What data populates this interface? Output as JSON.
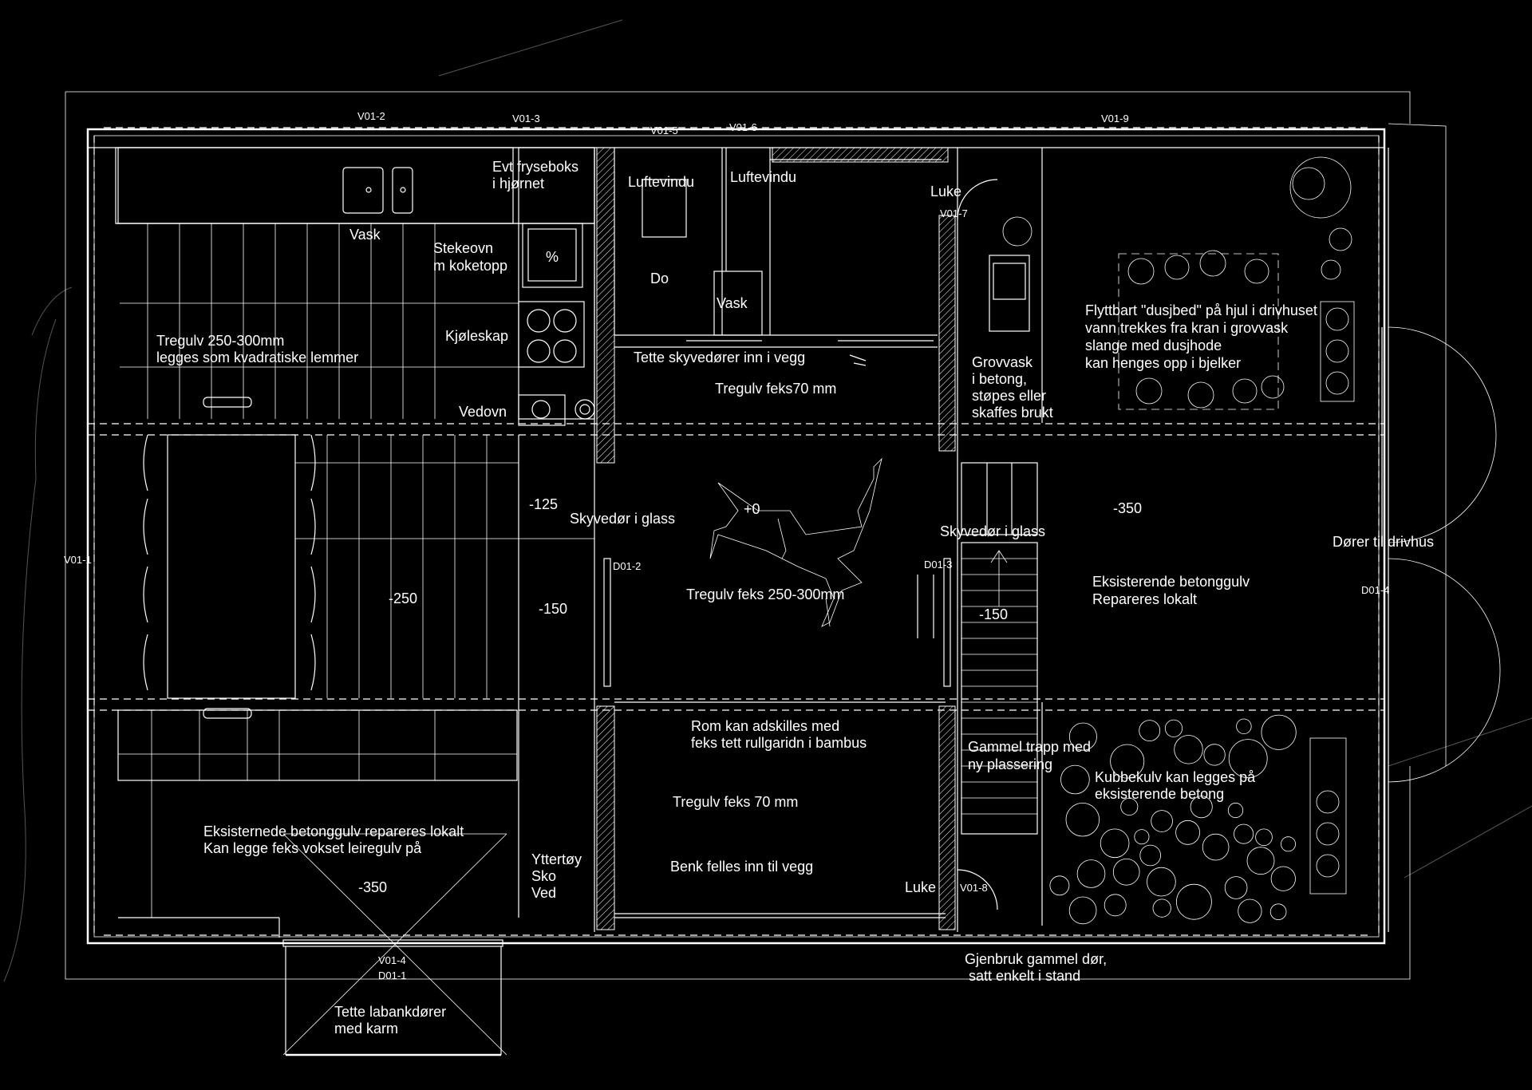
{
  "labels": {
    "v01_1": "V01-1",
    "v01_2": "V01-2",
    "v01_3": "V01-3",
    "v01_4": "V01-4",
    "v01_5": "V01-5",
    "v01_6": "V01-6",
    "v01_7": "V01-7",
    "v01_8": "V01-8",
    "v01_9": "V01-9",
    "d01_1": "D01-1",
    "d01_2": "D01-2",
    "d01_3": "D01-3",
    "d01_4": "D01-4",
    "freezer_1": "Evt fryseboks",
    "freezer_2": "i hjørnet",
    "luftevindu_a": "Luftevindu",
    "luftevindu_b": "Luftevindu",
    "luke_top": "Luke",
    "luke_bottom": "Luke",
    "vask_kitchen": "Vask",
    "vask_bath": "Vask",
    "stekeovn_1": "Stekeovn",
    "stekeovn_2": "m koketopp",
    "do": "Do",
    "kjoleskap": "Kjøleskap",
    "tregulv_kitchen_1": "Tregulv 250-300mm",
    "tregulv_kitchen_2": "legges som kvadratiske lemmer",
    "tette_skyvedorer": "Tette skyvedører inn i vegg",
    "tregulv_70_top": "Tregulv feks70 mm",
    "vedovn": "Vedovn",
    "grovvask_1": "Grovvask",
    "grovvask_2": "i betong,",
    "grovvask_3": "støpes eller",
    "grovvask_4": "skaffes brukt",
    "dusj_1": "Flyttbart \"dusjbed\" på hjul i drivhuset",
    "dusj_2": "vann trekkes fra kran i grovvask",
    "dusj_3": "slange med dusjhode",
    "dusj_4": "kan henges opp i bjelker",
    "lvl_m125": "-125",
    "lvl_0": "+0",
    "lvl_m350_right": "-350",
    "skyvedor_glass_a": "Skyvedør i glass",
    "skyvedor_glass_b": "Skyvedør i glass",
    "dorer_drivhus": "Dører til drivhus",
    "lvl_m250": "-250",
    "lvl_m150_a": "-150",
    "lvl_m150_b": "-150",
    "tregulv_center": "Tregulv feks 250-300mm",
    "betong_1": "Eksisterende betonggulv",
    "betong_2": "Repareres lokalt",
    "rom_1": "Rom kan adskilles med",
    "rom_2": "feks tett rullgaridn i bambus",
    "trapp_1": "Gammel trapp med",
    "trapp_2": "ny plassering",
    "tregulv_70_bottom": "Tregulv feks 70 mm",
    "kubbe_1": "Kubbekulv kan legges på",
    "kubbe_2": "eksisterende betong",
    "eks_1": "Eksisternede betonggulv repareres lokalt",
    "eks_2": "Kan legge feks vokset leiregulv på",
    "ytter_1": "Yttertøy",
    "ytter_2": "Sko",
    "ytter_3": "Ved",
    "benk": "Benk felles inn til vegg",
    "lvl_m350_entry": "-350",
    "gjenbruk_1": "Gjenbruk gammel dør,",
    "gjenbruk_2": "satt enkelt i  stand",
    "labank_1": "Tette labankdører",
    "labank_2": "med karm"
  }
}
